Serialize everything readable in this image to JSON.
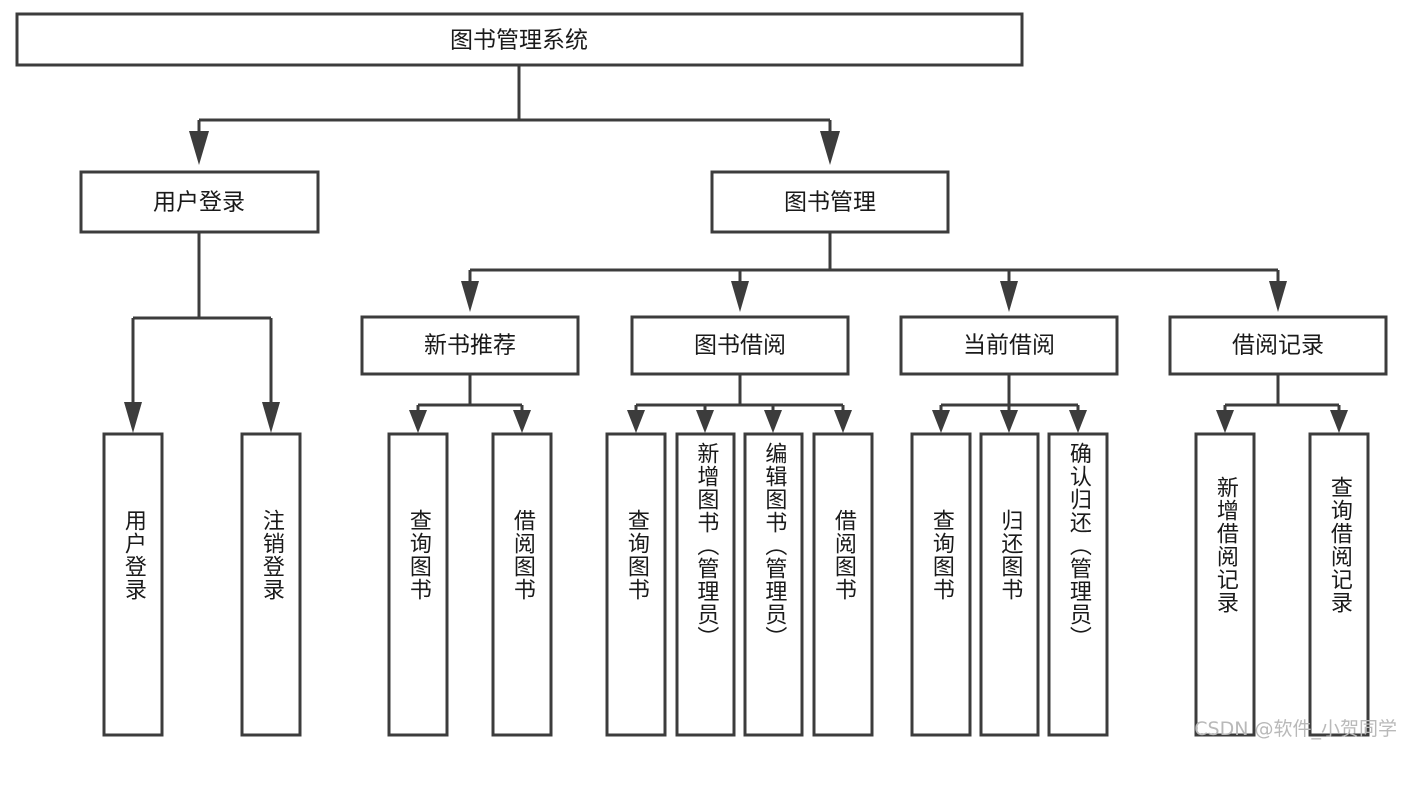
{
  "diagram": {
    "title": "图书管理系统",
    "type": "tree",
    "watermark": "CSDN @软件_小贺同学",
    "root": {
      "label": "图书管理系统"
    },
    "level1": [
      {
        "label": "用户登录"
      },
      {
        "label": "图书管理"
      }
    ],
    "level2": [
      {
        "label": "新书推荐"
      },
      {
        "label": "图书借阅"
      },
      {
        "label": "当前借阅"
      },
      {
        "label": "借阅记录"
      }
    ],
    "leaves": {
      "user_login": [
        {
          "label": "用户登录"
        },
        {
          "label": "注销登录"
        }
      ],
      "new_book_rec": [
        {
          "label": "查询图书"
        },
        {
          "label": "借阅图书"
        }
      ],
      "book_borrow": [
        {
          "label": "查询图书"
        },
        {
          "label": "新增图书（管理员）"
        },
        {
          "label": "编辑图书（管理员）"
        },
        {
          "label": "借阅图书"
        }
      ],
      "current_borrow": [
        {
          "label": "查询图书"
        },
        {
          "label": "归还图书"
        },
        {
          "label": "确认归还（管理员）"
        }
      ],
      "borrow_record": [
        {
          "label": "新增借阅记录"
        },
        {
          "label": "查询借阅记录"
        }
      ]
    },
    "colors": {
      "box_stroke": "#3c3c3c",
      "box_fill": "#ffffff",
      "text": "#1a1a1a",
      "watermark": "#b9b9b9",
      "background": "#ffffff"
    }
  }
}
